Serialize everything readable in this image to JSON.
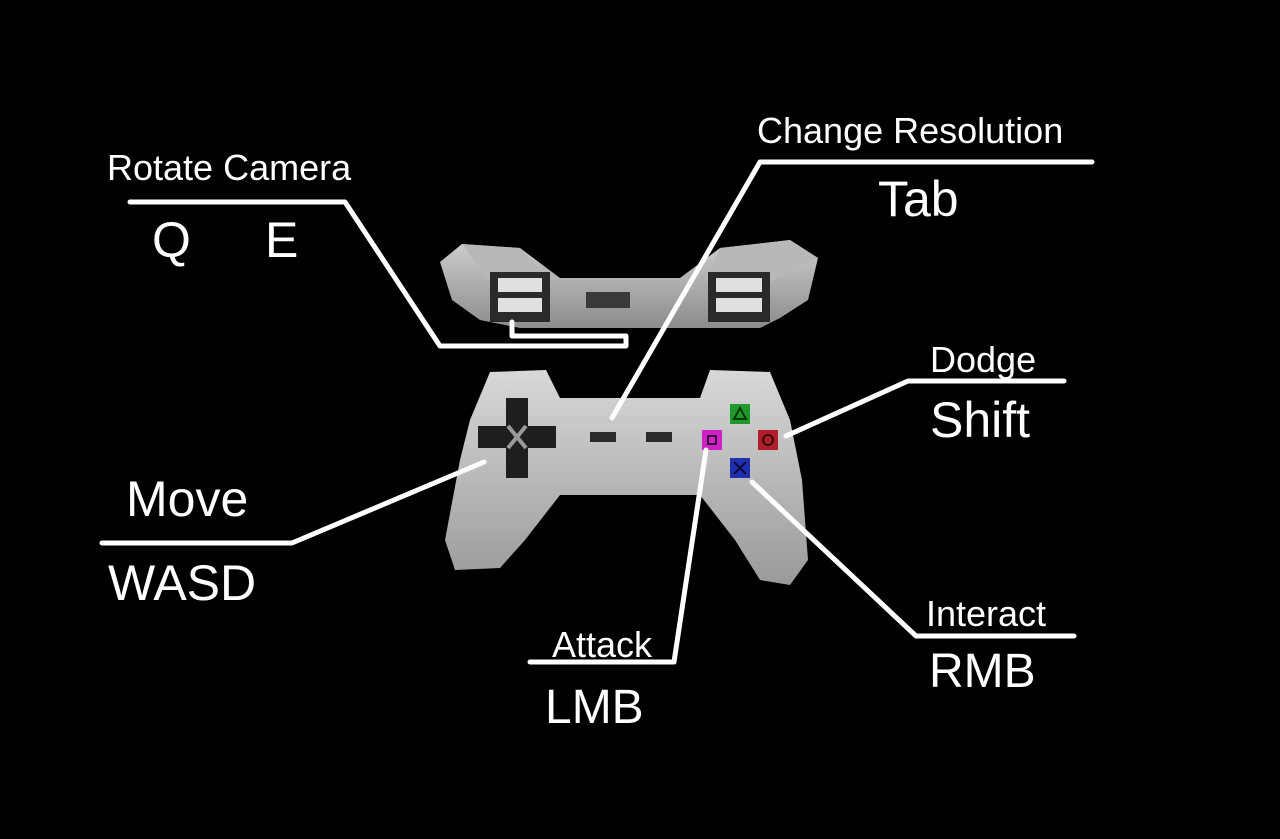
{
  "controls": {
    "rotate_camera": {
      "action": "Rotate Camera",
      "key_left": "Q",
      "key_right": "E"
    },
    "change_resolution": {
      "action": "Change Resolution",
      "key": "Tab"
    },
    "dodge": {
      "action": "Dodge",
      "key": "Shift"
    },
    "move": {
      "action": "Move",
      "key": "WASD"
    },
    "attack": {
      "action": "Attack",
      "key": "LMB"
    },
    "interact": {
      "action": "Interact",
      "key": "RMB"
    }
  },
  "colors": {
    "background": "#000000",
    "controller_body": "#c8c8c8",
    "triangle_button": "#1f9a2a",
    "circle_button": "#b0202a",
    "cross_button": "#1e2fb0",
    "square_button": "#d020c8"
  },
  "icons": {
    "controller": "gamepad-front-icon",
    "controller_top": "gamepad-top-icon",
    "triangle": "triangle-button-icon",
    "circle": "circle-button-icon",
    "cross": "cross-button-icon",
    "square": "square-button-icon"
  }
}
